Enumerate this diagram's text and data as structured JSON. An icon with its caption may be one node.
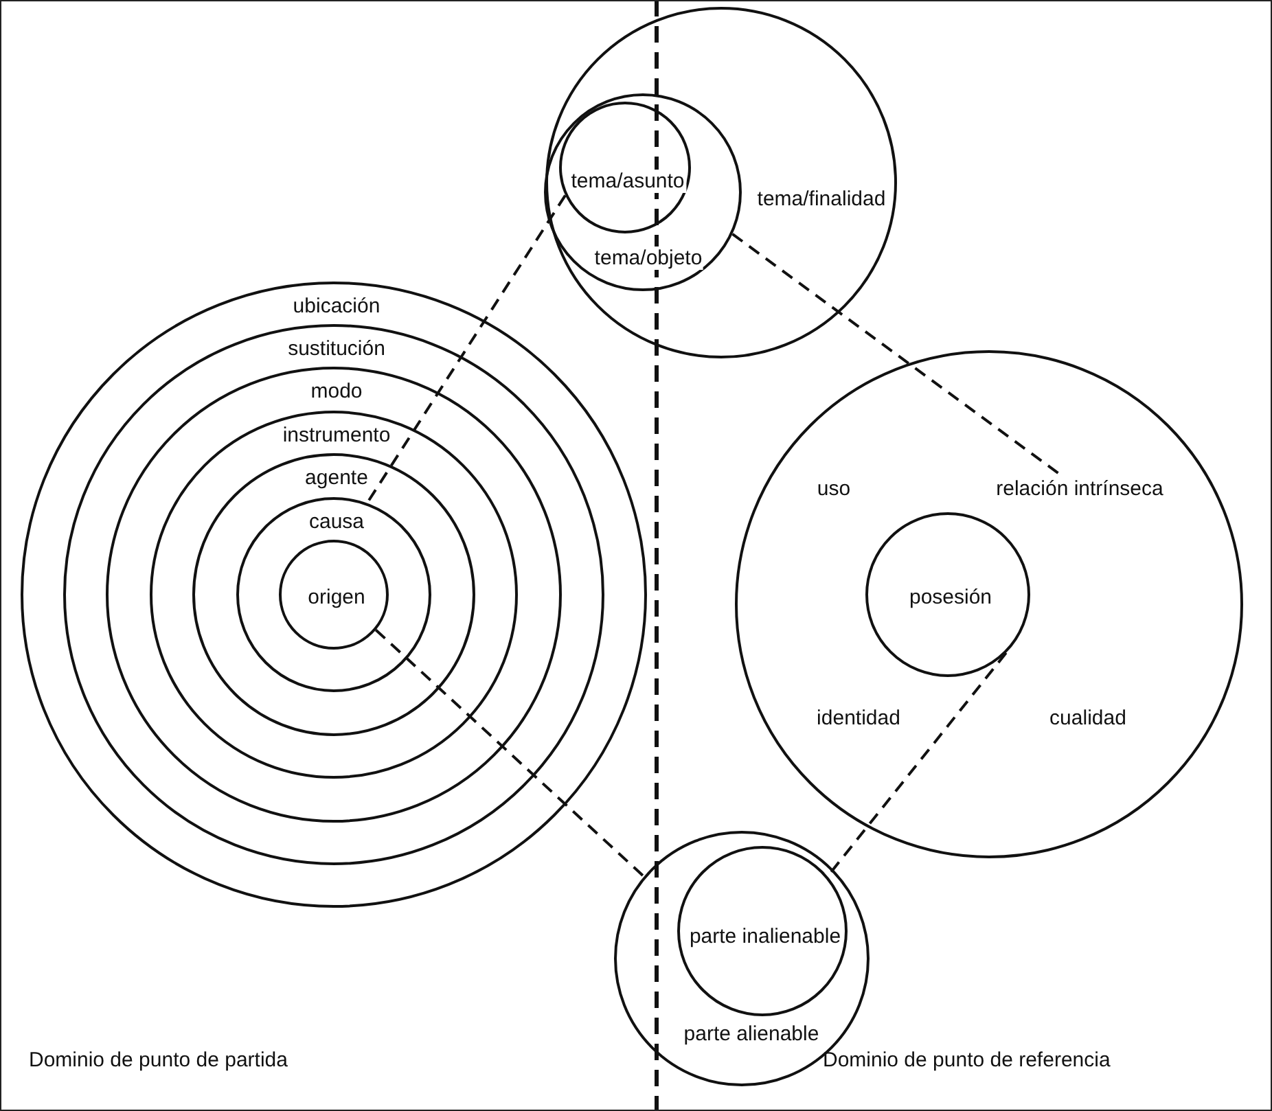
{
  "diagram": {
    "nodes": [
      {
        "text": [
          "ubicación"
        ]
      },
      {
        "text": [
          "sustitución"
        ],
        "in": 0
      },
      {
        "text": [
          "modo"
        ],
        "in": 1
      },
      {
        "text": [
          "instrumento"
        ],
        "in": 2
      },
      {
        "text": [
          "agente"
        ],
        "in": 3
      },
      {
        "text": [
          "causa"
        ],
        "in": 4
      },
      {
        "text": [
          "origen"
        ],
        "in": 5
      },
      {
        "text": [
          "tema/finalidad"
        ]
      },
      {
        "text": [
          "tema/objeto"
        ],
        "in": 7
      },
      {
        "text": [
          "tema/asunto"
        ],
        "in": 8
      },
      {
        "text": [],
        "shape": "circle"
      },
      {
        "text": [
          "uso"
        ],
        "in": 10
      },
      {
        "text": [
          "relación intrínseca"
        ],
        "in": 10
      },
      {
        "text": [
          "posesión"
        ],
        "in": 10
      },
      {
        "text": [
          "identidad"
        ],
        "in": 10
      },
      {
        "text": [
          "cualidad"
        ],
        "in": 10
      },
      {
        "text": [
          "parte alienable"
        ]
      },
      {
        "text": [
          "parte inalienable"
        ],
        "in": 16
      }
    ],
    "edges": [
      {
        "from": 9,
        "to": 5,
        "arrow": "none",
        "style": "dashed"
      },
      {
        "from": 8,
        "to": 12,
        "arrow": "none",
        "style": "dashed"
      },
      {
        "from": 6,
        "to": 16,
        "arrow": "none",
        "style": "dashed"
      },
      {
        "from": 13,
        "to": 17,
        "arrow": "none",
        "style": "dashed"
      }
    ],
    "labels": [
      "Dominio de punto de partida",
      "Dominio de punto de referencia"
    ]
  }
}
